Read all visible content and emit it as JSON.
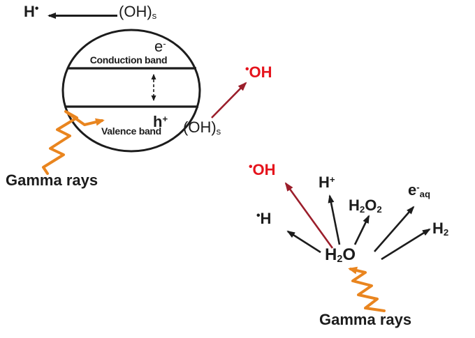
{
  "colors": {
    "black": "#1c1c1c",
    "red": "#e5131c",
    "dark_red": "#9b1e2b",
    "orange": "#e9851f"
  },
  "semiconductor": {
    "h_radical": {
      "base": "H",
      "sup": "•"
    },
    "surface_oh_top": {
      "base": "(OH)",
      "sub": "s"
    },
    "electron": {
      "base": "e",
      "sup": "-"
    },
    "conduction_band": "Conduction band",
    "hole": {
      "base": "h",
      "sup": "+"
    },
    "valence_band": "Valence band",
    "surface_oh_bottom": {
      "base": "(OH)",
      "sub": "s"
    },
    "hydroxyl_radical": {
      "sup": "•",
      "base": "OH"
    },
    "gamma_rays": "Gamma rays"
  },
  "water_radiolysis": {
    "hydroxyl_radical": {
      "sup": "•",
      "base": "OH"
    },
    "hydrogen_radical": {
      "sup": "•",
      "base": "H"
    },
    "proton": {
      "base": "H",
      "sup": "+"
    },
    "hydrogen_peroxide": {
      "p1": "H",
      "s1": "2",
      "p2": "O",
      "s2": "2"
    },
    "aqueous_electron": {
      "base": "e",
      "sup": "-",
      "sub": "aq"
    },
    "hydrogen_molecule": {
      "base": "H",
      "sub": "2"
    },
    "water": {
      "p1": "H",
      "s1": "2",
      "p2": "O"
    },
    "gamma_rays": "Gamma rays"
  }
}
